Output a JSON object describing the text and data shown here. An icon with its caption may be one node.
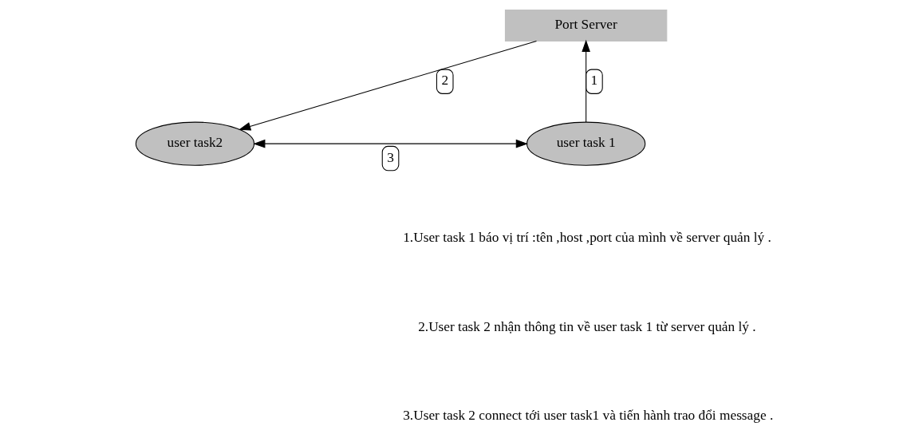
{
  "diagram": {
    "nodes": [
      {
        "text": [
          "Port Server"
        ]
      },
      {
        "text": [
          "user task 1"
        ]
      },
      {
        "text": [
          "user task2"
        ]
      }
    ],
    "edges": [
      {
        "from": 1,
        "to": 0,
        "arrow": "to",
        "label": "1"
      },
      {
        "from": 0,
        "to": 2,
        "arrow": "to",
        "label": "2"
      },
      {
        "from": 1,
        "to": 2,
        "arrow": "both",
        "label": "3"
      }
    ],
    "labels": [
      "1.User task 1 báo vị trí :tên ,host ,port của mình về server quản lý .",
      "2.User task 2 nhận thông tin về user task 1 từ server quản lý .",
      "3.User task 2 connect tới user task1 và tiến hành trao đổi message ."
    ]
  }
}
